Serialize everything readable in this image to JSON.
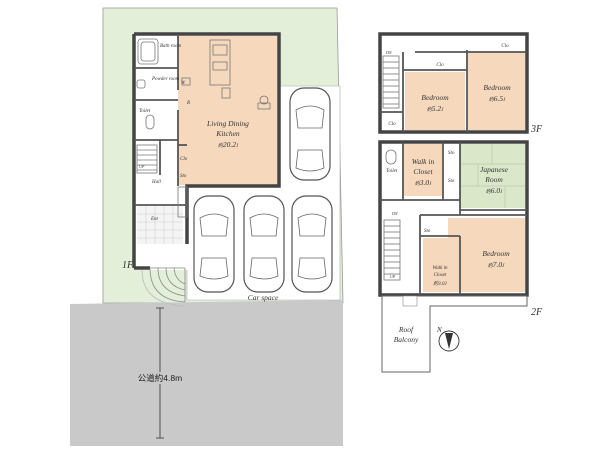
{
  "floor_1": {
    "level_label": "1F",
    "rooms": {
      "bath": "Bath room",
      "powder": "Powder room",
      "washer": "W",
      "refrigerator": "R",
      "toilet": "Toilet",
      "ldk_line1": "Living Dining",
      "ldk_line2": "Kitchen",
      "ldk_area": "20.2",
      "clo": "Clo",
      "sto": "Sto",
      "hall": "Hall",
      "ent": "Ent",
      "up": "UP",
      "car_space": "Car space"
    },
    "road": "公道約4.8m"
  },
  "floor_3": {
    "level_label": "3F",
    "rooms": {
      "bedroom_a": "Bedroom",
      "bedroom_a_area": "5.2",
      "bedroom_b": "Bedroom",
      "bedroom_b_area": "6.5",
      "clo_a": "Clo",
      "clo_b": "Clo",
      "clo_c": "Clo",
      "dn": "DN"
    }
  },
  "floor_2": {
    "level_label": "2F",
    "rooms": {
      "walk_in_closet_1_line1": "Walk in",
      "walk_in_closet_1_line2": "Closet",
      "walk_in_closet_1_area": "3.0",
      "japanese_line1": "Japanese",
      "japanese_line2": "Room",
      "japanese_area": "6.0",
      "bedroom": "Bedroom",
      "bedroom_area": "7.0",
      "walk_in_closet_2_line1": "Walk in",
      "walk_in_closet_2_line2": "Closet",
      "walk_in_closet_2_area": "3.0",
      "toilet": "Toilet",
      "sto_a": "Sto",
      "sto_b": "Sto",
      "sto_c": "Sto",
      "dn": "DN",
      "up": "UP",
      "roof_balcony_line1": "Roof",
      "roof_balcony_line2": "Balcony"
    }
  },
  "area_prefix": "約",
  "area_unit": "J",
  "compass": "N"
}
